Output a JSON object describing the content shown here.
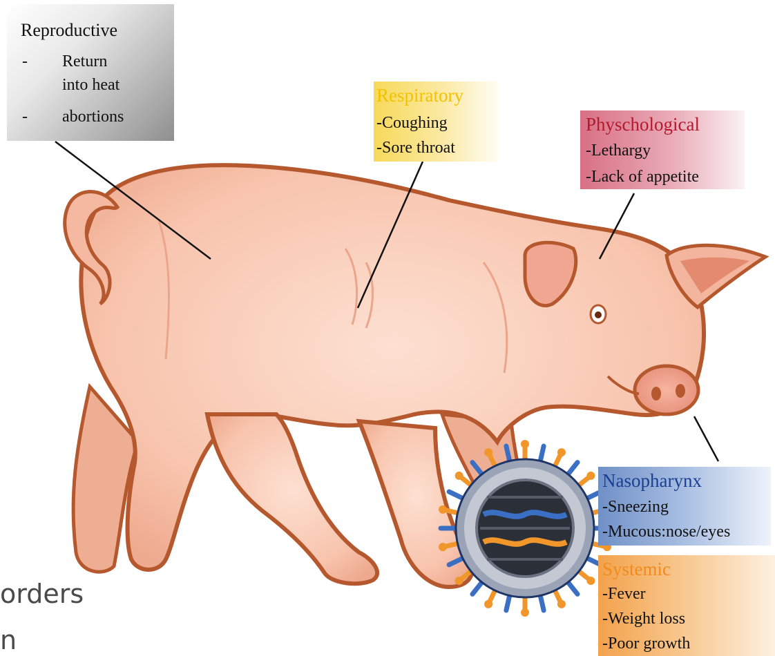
{
  "labels": {
    "reproductive": {
      "title": "Reproductive",
      "bullet": "-",
      "items": [
        "Return",
        "into heat",
        "abortions"
      ]
    },
    "respiratory": {
      "title": "Respiratory",
      "items": [
        "-Coughing",
        "-Sore throat"
      ]
    },
    "psychological": {
      "title": "Physchological",
      "items": [
        "-Lethargy",
        "-Lack of appetite"
      ]
    },
    "nasopharynx": {
      "title": "Nasopharynx",
      "items": [
        "-Sneezing",
        "-Mucous:nose/eyes"
      ]
    },
    "systemic": {
      "title": "Systemic",
      "items": [
        "-Fever",
        "-Weight loss",
        "-Poor growth"
      ]
    }
  },
  "background_fragments": [
    "orders",
    "n"
  ],
  "colors": {
    "pig_skin": "#f9c8b4",
    "pig_outline": "#b5582e",
    "respiratory_title": "#f2c200",
    "psychological_title": "#b5192e",
    "nasopharynx_title": "#1b3f92",
    "systemic_title": "#f08c1e",
    "virus_blue": "#3a6fc4",
    "virus_orange": "#f0962a"
  },
  "icons": [
    "pig-illustration",
    "virus-icon"
  ]
}
